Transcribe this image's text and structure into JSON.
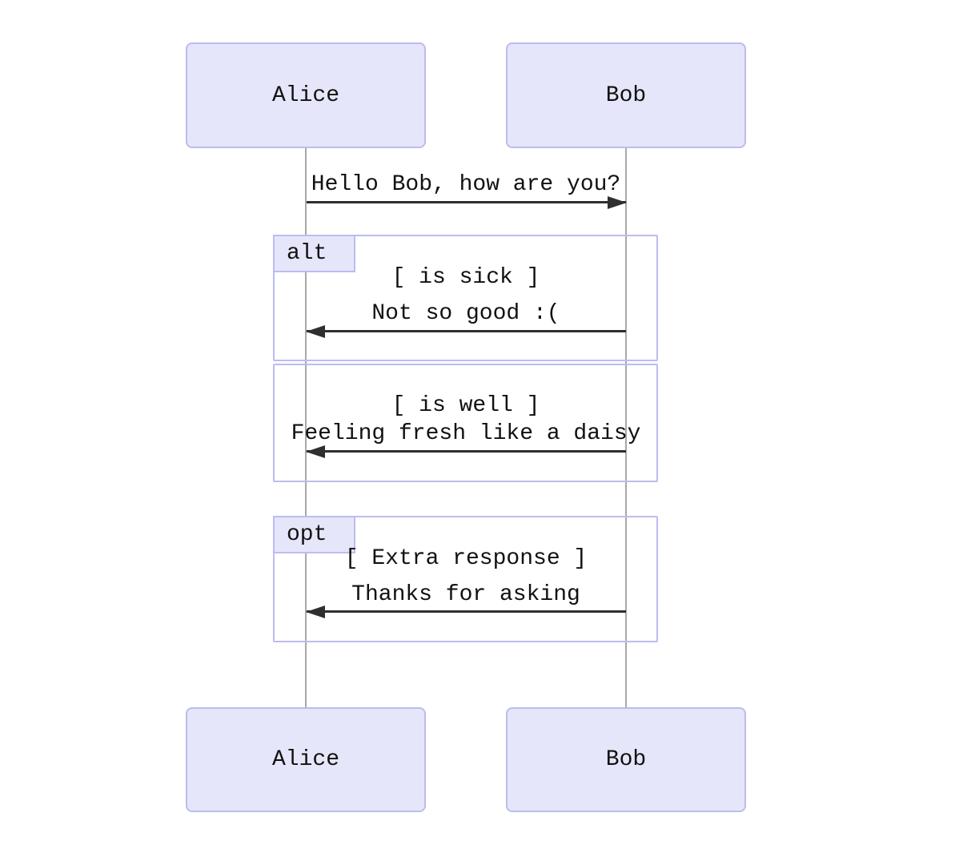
{
  "diagram": {
    "type": "sequence-diagram",
    "actors": {
      "top": [
        {
          "label": "Alice"
        },
        {
          "label": "Bob"
        }
      ],
      "bottom": [
        {
          "label": "Alice"
        },
        {
          "label": "Bob"
        }
      ]
    },
    "messages": [
      {
        "text": "Hello Bob, how are you?",
        "from": "Alice",
        "to": "Bob",
        "arrow": "solid-right"
      },
      {
        "text": "Not so good :(",
        "from": "Bob",
        "to": "Alice",
        "arrow": "solid-left"
      },
      {
        "text": "Feeling fresh like a daisy",
        "from": "Bob",
        "to": "Alice",
        "arrow": "solid-left"
      },
      {
        "text": "Thanks for asking",
        "from": "Bob",
        "to": "Alice",
        "arrow": "solid-left"
      }
    ],
    "frames": [
      {
        "label": "alt",
        "sections": [
          {
            "guard": "[ is sick ]"
          },
          {
            "guard": "[ is well ]"
          }
        ]
      },
      {
        "label": "opt",
        "sections": [
          {
            "guard": "[ Extra response ]"
          }
        ]
      }
    ],
    "colors": {
      "actor_fill": "#e6e6fa",
      "actor_border": "#bcbcee",
      "frame_border": "#bcbcf2",
      "frame_label_fill": "#e6e6fa",
      "lifeline": "#a8a8a8",
      "arrow": "#2f2f2f",
      "text": "#111111",
      "background": "#ffffff"
    }
  }
}
